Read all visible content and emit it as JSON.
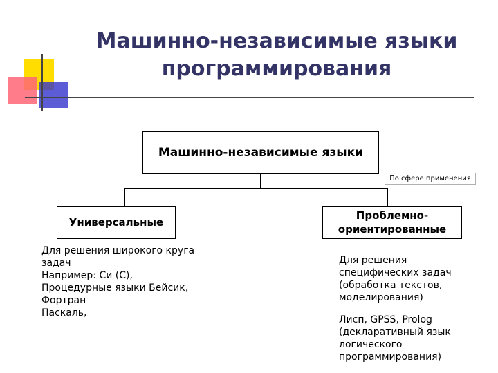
{
  "title": {
    "line1": "Машинно-независимые языки",
    "line2": "программирования"
  },
  "diagram": {
    "root": "Машинно-независимые языки",
    "criterion": "По сфере применения",
    "left": {
      "label": "Универсальные",
      "desc": [
        "Для решения широкого круга",
        "задач",
        "Например: Си (С),",
        "Процедурные языки Бейсик,",
        "Фортран",
        "Паскаль,"
      ]
    },
    "right": {
      "label_line1": "Проблемно-",
      "label_line2": "ориентированные",
      "desc1": [
        "Для решения",
        "специфических задач",
        "(обработка текстов,",
        "моделирования)"
      ],
      "desc2": [
        "Лисп, GPSS, Prolog",
        "(декларативный язык",
        "логического",
        "программирования)"
      ]
    }
  },
  "colors": {
    "title": "#333366",
    "deco_yellow": "#ffdd00",
    "deco_red": "#ff5566",
    "deco_blue": "#3333cc"
  }
}
